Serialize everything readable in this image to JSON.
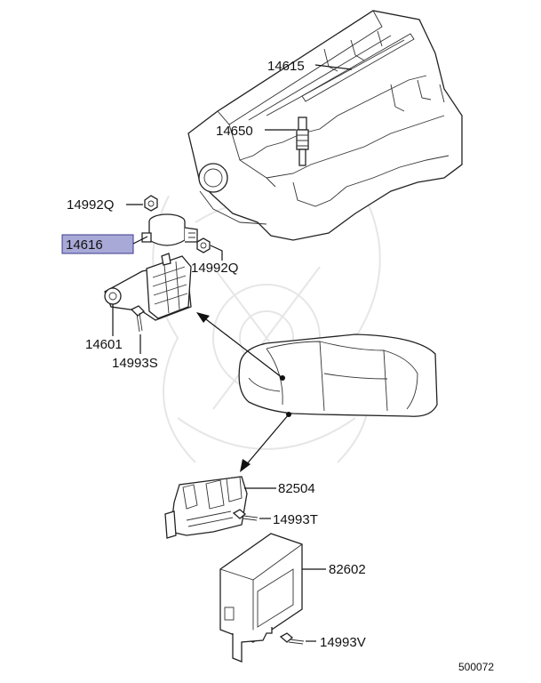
{
  "colors": {
    "highlight_fill": "#a9a9d8",
    "highlight_stroke": "#3b3b8f",
    "line": "#111111",
    "watermark": "#e6e6e6"
  },
  "callouts": {
    "p14615": "14615",
    "p14650": "14650",
    "p14992q_top": "14992Q",
    "p14616": "14616",
    "p14992q_bottom": "14992Q",
    "p14601": "14601",
    "p14993s": "14993S",
    "p82504": "82504",
    "p14993t": "14993T",
    "p82602": "82602",
    "p14993v": "14993V"
  },
  "diagram_code": "500072",
  "highlighted_part": "14616"
}
